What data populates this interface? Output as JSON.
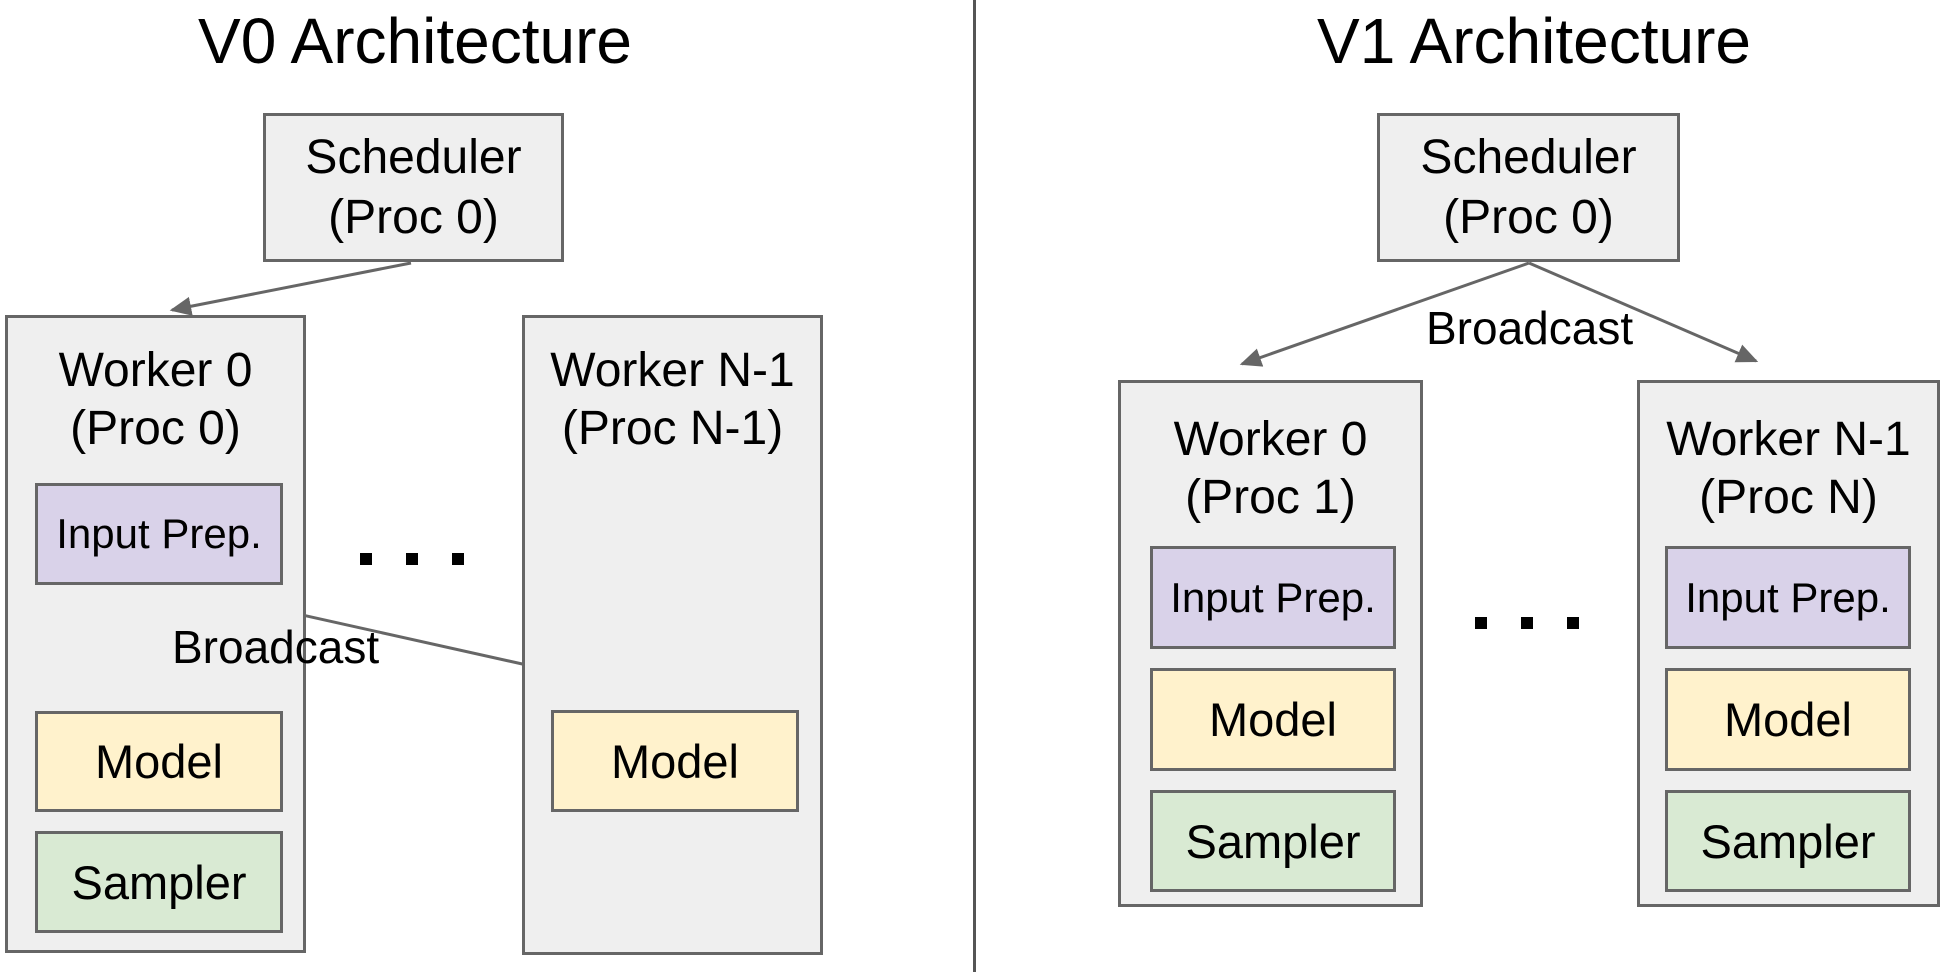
{
  "diagram": {
    "v0": {
      "title": "V0 Architecture",
      "scheduler": {
        "line1": "Scheduler",
        "line2": "(Proc 0)"
      },
      "broadcast_label": "Broadcast",
      "worker0": {
        "line1": "Worker 0",
        "line2": "(Proc 0)",
        "input_prep": "Input Prep.",
        "model": "Model",
        "sampler": "Sampler"
      },
      "workerN": {
        "line1": "Worker N-1",
        "line2": "(Proc N-1)",
        "model": "Model"
      },
      "ellipsis": ". . ."
    },
    "v1": {
      "title": "V1 Architecture",
      "scheduler": {
        "line1": "Scheduler",
        "line2": "(Proc 0)"
      },
      "broadcast_label": "Broadcast",
      "worker0": {
        "line1": "Worker 0",
        "line2": "(Proc 1)",
        "input_prep": "Input Prep.",
        "model": "Model",
        "sampler": "Sampler"
      },
      "workerN": {
        "line1": "Worker N-1",
        "line2": "(Proc N)",
        "input_prep": "Input Prep.",
        "model": "Model",
        "sampler": "Sampler"
      },
      "ellipsis": ". . ."
    },
    "colors": {
      "border": "#666666",
      "box_gray": "#efefef",
      "input_prep_purple": "#d9d2e9",
      "model_yellow": "#fff2cc",
      "sampler_green": "#d9ead3",
      "divider": "#555555",
      "text": "#000000"
    }
  }
}
